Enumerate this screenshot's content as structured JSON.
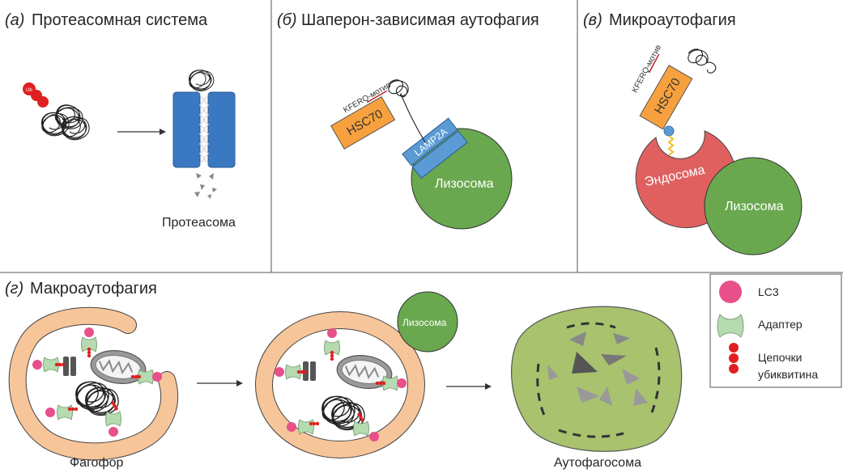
{
  "panels": {
    "a": {
      "letter": "(а)",
      "title": "Протеасомная система",
      "proteasome_label": "Протеасома",
      "ub_label": "Ub"
    },
    "b": {
      "letter": "(б)",
      "title": "Шаперон-зависимая аутофагия",
      "motif_label": "KFERQ-мотив",
      "hsc_label": "HSC70",
      "lamp_label": "LAMP2A",
      "lysosome_label": "Лизосома"
    },
    "c": {
      "letter": "(в)",
      "title": "Микроаутофагия",
      "motif_label": "KFERQ-мотив",
      "hsc_label": "HSC70",
      "endosome_label": "Эндосома",
      "lysosome_label": "Лизосома"
    },
    "d": {
      "letter": "(г)",
      "title": "Макроаутофагия",
      "phagophore_label": "Фагофор",
      "lysosome_label": "Лизосома",
      "autophagosome_label": "Аутофагосома"
    }
  },
  "legend": {
    "lc3": "LC3",
    "adapter": "Адаптер",
    "ub_chain_1": "Цепочки",
    "ub_chain_2": "убиквитина"
  },
  "colors": {
    "proteasome": "#3a78c2",
    "hsc70": "#f7a13e",
    "lamp": "#5b9bd5",
    "lysosome": "#6aa84f",
    "endosome": "#e06060",
    "phagophore": "#f7c59a",
    "lc3": "#e8508a",
    "adapter": "#b5dbb0",
    "ubiquitin": "#e02020",
    "autophagosome": "#a8c26e"
  }
}
